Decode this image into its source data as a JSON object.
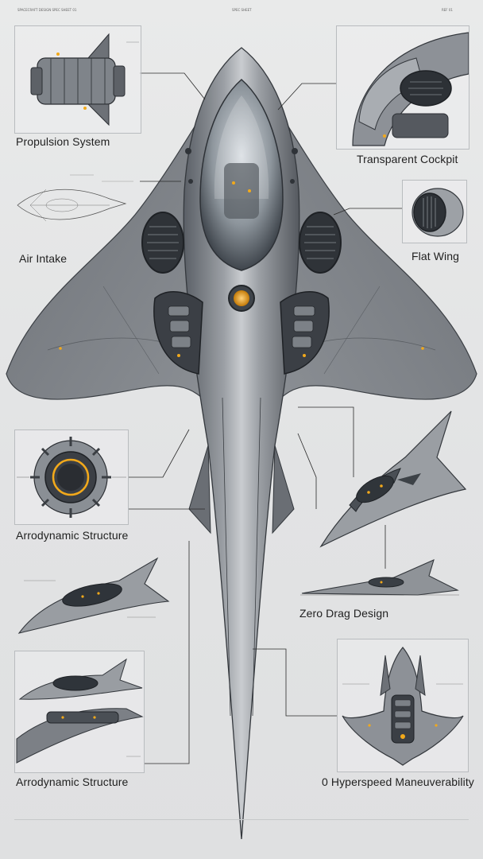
{
  "header": {
    "left_text": "SPACECRAFT DESIGN SPEC SHEET 01",
    "center_text": "SPEC SHEET",
    "right_text": "REF 01"
  },
  "labels": {
    "propulsion": "Propulsion System",
    "cockpit": "Transparent Cockpit",
    "air_intake": "Air Intake",
    "flat_wing": "Flat Wing",
    "aero_structure_1": "Arrodynamic Structure",
    "zero_drag": "Zero Drag Design",
    "aero_structure_2": "Arrodynamic Structure",
    "hyperspeed": "0 Hyperspeed Maneuverability"
  },
  "colors": {
    "hull": "#8a8e93",
    "hull_dark": "#4a4e54",
    "hull_light": "#c8cbcf",
    "accent_glow": "#f2a91b",
    "line": "#2b2b2b"
  }
}
